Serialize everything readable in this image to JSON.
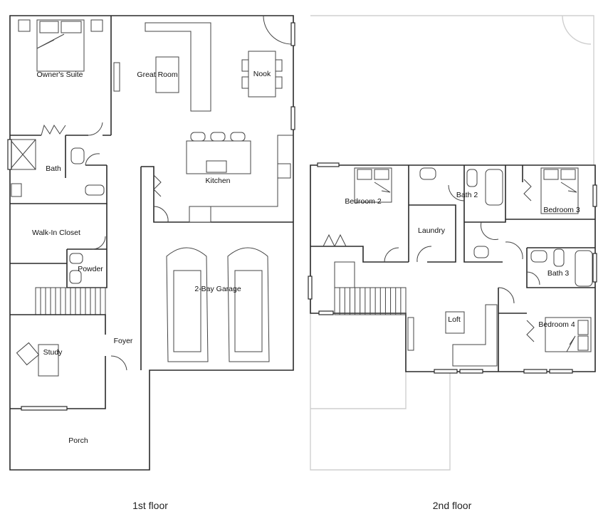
{
  "floor1": {
    "caption": "1st floor",
    "rooms": {
      "owners_suite": "Owner's Suite",
      "great_room": "Great Room",
      "nook": "Nook",
      "bath": "Bath",
      "kitchen": "Kitchen",
      "walk_in_closet": "Walk-In Closet",
      "powder": "Powder",
      "garage": "2-Bay Garage",
      "study": "Study",
      "foyer": "Foyer",
      "porch": "Porch"
    }
  },
  "floor2": {
    "caption": "2nd floor",
    "rooms": {
      "bedroom2": "Bedroom 2",
      "bath2": "Bath 2",
      "bedroom3": "Bedroom 3",
      "laundry": "Laundry",
      "bath3": "Bath 3",
      "loft": "Loft",
      "bedroom4": "Bedroom 4"
    }
  },
  "colors": {
    "wall": "#2a2a2a",
    "outline_light": "#cfcfcf",
    "background": "#ffffff"
  }
}
